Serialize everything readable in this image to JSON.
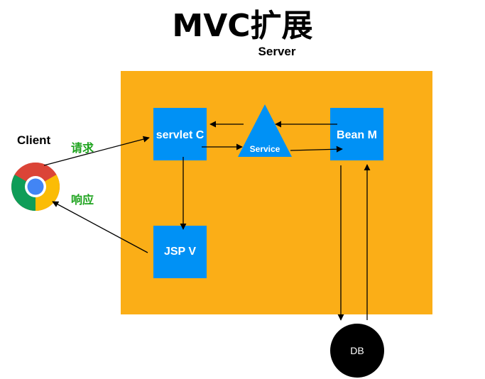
{
  "title": "MVC扩展",
  "server_label": "Server",
  "client_label": "Client",
  "request_label": "请求",
  "response_label": "响应",
  "nodes": {
    "servlet": "servlet C",
    "service": "Service",
    "bean": "Bean M",
    "jsp": "JSP V",
    "db": "DB"
  },
  "colors": {
    "server_bg": "#fbae17",
    "node_bg": "#0091f5",
    "label_green": "#1ea31e",
    "db_bg": "#000000"
  },
  "icons": {
    "browser": "chrome-icon"
  }
}
